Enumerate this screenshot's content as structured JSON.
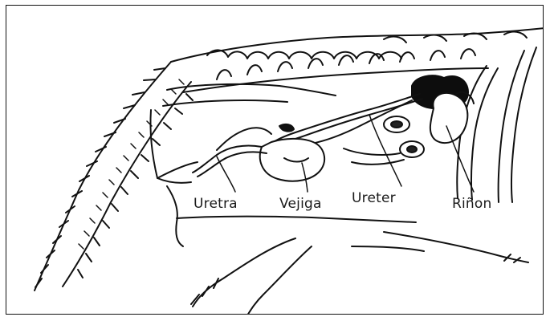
{
  "labels": {
    "uretra": "Uretra",
    "vejiga": "Vejiga",
    "ureter": "Ureter",
    "rinon": "Riñon"
  },
  "colors": {
    "ink": "#111111",
    "organ_dark": "#0d0d0d",
    "background": "#ffffff"
  }
}
